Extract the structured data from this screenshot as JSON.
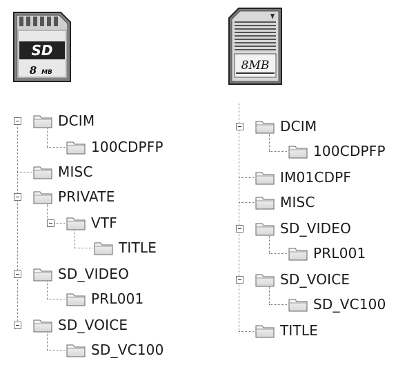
{
  "cards": {
    "sd": {
      "logo": "SD",
      "capacity": "8",
      "unit": "MB"
    },
    "mmc": {
      "capacity_label": "8MB"
    }
  },
  "left_tree": {
    "dcim": "DCIM",
    "dcim_100": "100CDPFP",
    "misc": "MISC",
    "private": "PRIVATE",
    "vtf": "VTF",
    "title": "TITLE",
    "sd_video": "SD_VIDEO",
    "prl001": "PRL001",
    "sd_voice": "SD_VOICE",
    "sd_vc100": "SD_VC100"
  },
  "right_tree": {
    "dcim": "DCIM",
    "dcim_100": "100CDPFP",
    "im01": "IM01CDPF",
    "misc": "MISC",
    "sd_video": "SD_VIDEO",
    "prl001": "PRL001",
    "sd_voice": "SD_VOICE",
    "sd_vc100": "SD_VC100",
    "title": "TITLE"
  }
}
